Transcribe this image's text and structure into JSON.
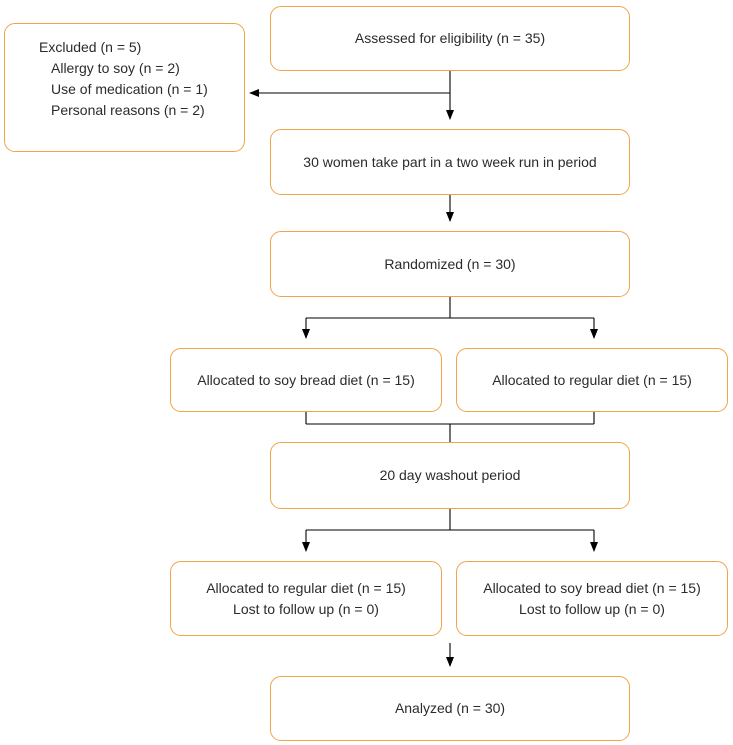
{
  "boxes": {
    "assessed": "Assessed for eligibility (n = 35)",
    "excluded": {
      "title": "Excluded (n = 5)",
      "reasons": [
        "Allergy to soy (n = 2)",
        "Use of medication (n = 1)",
        "Personal reasons (n = 2)"
      ]
    },
    "run_in": "30 women take part in a two week run in period",
    "randomized": "Randomized (n = 30)",
    "period1": {
      "left": "Allocated to soy bread diet (n = 15)",
      "right": "Allocated to regular diet (n = 15)"
    },
    "washout": "20 day washout period",
    "period2": {
      "left": [
        "Allocated to regular diet (n = 15)",
        "Lost to follow up (n = 0)"
      ],
      "right": [
        "Allocated to soy bread diet (n = 15)",
        "Lost to follow up (n = 0)"
      ]
    },
    "analyzed": "Analyzed (n = 30)"
  },
  "colors": {
    "box_border": "#f0a44a",
    "connector": "#000000",
    "text": "#2b2b2b"
  }
}
